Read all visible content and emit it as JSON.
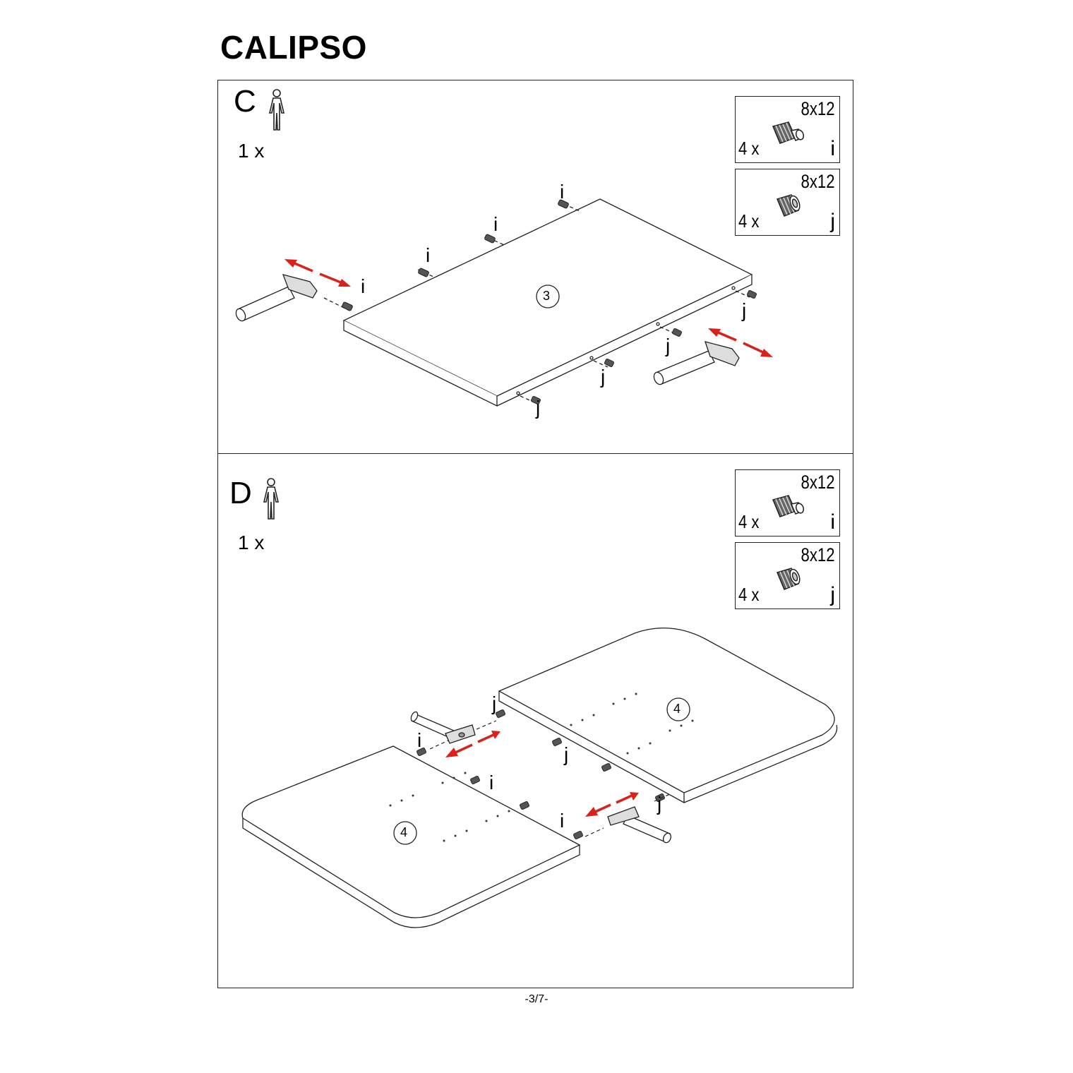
{
  "document": {
    "title": "CALIPSO",
    "page_number": "-3/7-"
  },
  "steps": [
    {
      "letter": "C",
      "quantity": "1 x",
      "parts": [
        {
          "size": "8x12",
          "count": "4 x",
          "letter": "i"
        },
        {
          "size": "8x12",
          "count": "4 x",
          "letter": "j"
        }
      ],
      "panel_label": "3",
      "callouts": {
        "i": "i",
        "j": "j"
      }
    },
    {
      "letter": "D",
      "quantity": "1 x",
      "parts": [
        {
          "size": "8x12",
          "count": "4 x",
          "letter": "i"
        },
        {
          "size": "8x12",
          "count": "4 x",
          "letter": "j"
        }
      ],
      "panel_label": "4",
      "callouts": {
        "i": "i",
        "j": "j"
      }
    }
  ],
  "colors": {
    "arrow": "#d9221c",
    "line": "#222222"
  },
  "icons": [
    "person-icon",
    "dowel-icon",
    "hammer-icon",
    "double-arrow-icon"
  ]
}
